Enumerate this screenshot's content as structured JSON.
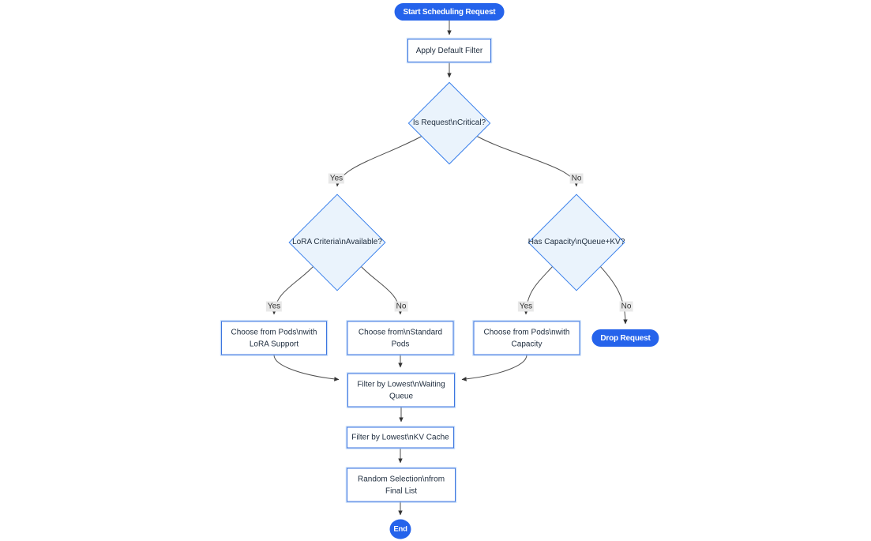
{
  "diagram": {
    "type": "flowchart",
    "direction": "top-down",
    "colors": {
      "primary_node_fill": "#2563eb",
      "primary_node_text": "#ffffff",
      "process_fill": "#ffffff",
      "process_border": "#3d76e0",
      "decision_fill": "#eaf3fc",
      "decision_border": "#3d82ec",
      "edge_line": "#4e4e4e",
      "edge_label_bg": "#e8e8e8",
      "text": "#223041",
      "background": "#ffffff"
    },
    "nodes": {
      "start": {
        "shape": "stadium",
        "lines": [
          "Start Scheduling Request"
        ]
      },
      "apply_filter": {
        "shape": "rect",
        "lines": [
          "Apply Default Filter"
        ]
      },
      "is_critical": {
        "shape": "diamond",
        "lines": [
          "Is Request\\nCritical?"
        ]
      },
      "lora_criteria": {
        "shape": "diamond",
        "lines": [
          "LoRA Criteria\\nAvailable?"
        ]
      },
      "has_capacity": {
        "shape": "diamond",
        "lines": [
          "Has Capacity\\nQueue+KV?"
        ]
      },
      "choose_lora": {
        "shape": "rect",
        "lines": [
          "Choose from Pods\\nwith",
          "LoRA Support"
        ]
      },
      "choose_standard": {
        "shape": "rect",
        "lines": [
          "Choose from\\nStandard",
          "Pods"
        ]
      },
      "choose_capacity": {
        "shape": "rect",
        "lines": [
          "Choose from Pods\\nwith",
          "Capacity"
        ]
      },
      "drop_request": {
        "shape": "stadium",
        "lines": [
          "Drop Request"
        ]
      },
      "filter_waiting": {
        "shape": "rect",
        "lines": [
          "Filter by Lowest\\nWaiting",
          "Queue"
        ]
      },
      "filter_kv": {
        "shape": "rect",
        "lines": [
          "Filter by Lowest\\nKV Cache"
        ]
      },
      "random_selection": {
        "shape": "rect",
        "lines": [
          "Random Selection\\nfrom",
          "Final List"
        ]
      },
      "end": {
        "shape": "circle",
        "lines": [
          "End"
        ]
      }
    },
    "edges": [
      {
        "from": "start",
        "to": "apply_filter",
        "label": ""
      },
      {
        "from": "apply_filter",
        "to": "is_critical",
        "label": ""
      },
      {
        "from": "is_critical",
        "to": "lora_criteria",
        "label": "Yes"
      },
      {
        "from": "is_critical",
        "to": "has_capacity",
        "label": "No"
      },
      {
        "from": "lora_criteria",
        "to": "choose_lora",
        "label": "Yes"
      },
      {
        "from": "lora_criteria",
        "to": "choose_standard",
        "label": "No"
      },
      {
        "from": "has_capacity",
        "to": "choose_capacity",
        "label": "Yes"
      },
      {
        "from": "has_capacity",
        "to": "drop_request",
        "label": "No"
      },
      {
        "from": "choose_lora",
        "to": "filter_waiting",
        "label": ""
      },
      {
        "from": "choose_standard",
        "to": "filter_waiting",
        "label": ""
      },
      {
        "from": "choose_capacity",
        "to": "filter_waiting",
        "label": ""
      },
      {
        "from": "filter_waiting",
        "to": "filter_kv",
        "label": ""
      },
      {
        "from": "filter_kv",
        "to": "random_selection",
        "label": ""
      },
      {
        "from": "random_selection",
        "to": "end",
        "label": ""
      }
    ]
  }
}
